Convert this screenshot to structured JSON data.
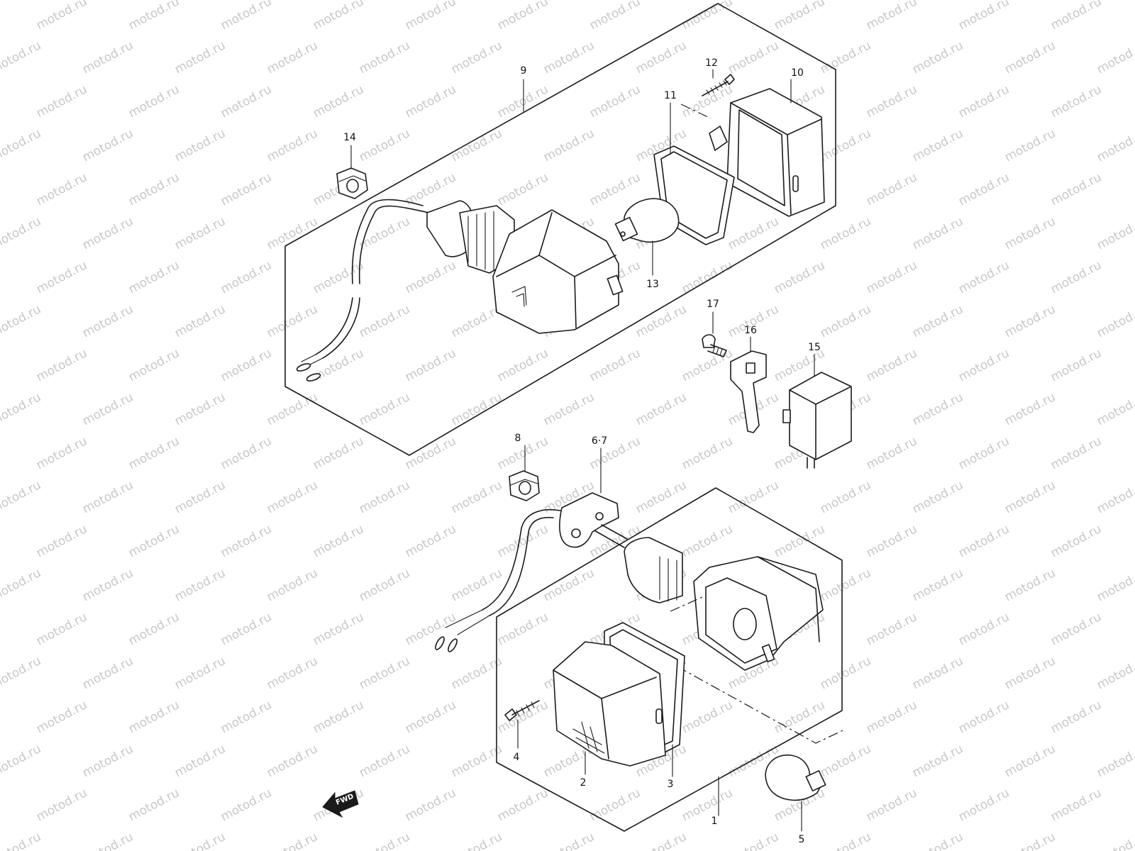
{
  "watermark": {
    "text": "motod.ru",
    "color": "#c8c8c8"
  },
  "orientation_badge": {
    "label": "FWD"
  },
  "callouts": [
    {
      "id": "1",
      "label": "1"
    },
    {
      "id": "2",
      "label": "2"
    },
    {
      "id": "3",
      "label": "3"
    },
    {
      "id": "4",
      "label": "4"
    },
    {
      "id": "5",
      "label": "5"
    },
    {
      "id": "6-7",
      "label": "6·7"
    },
    {
      "id": "8",
      "label": "8"
    },
    {
      "id": "9",
      "label": "9"
    },
    {
      "id": "10",
      "label": "10"
    },
    {
      "id": "11",
      "label": "11"
    },
    {
      "id": "12",
      "label": "12"
    },
    {
      "id": "13",
      "label": "13"
    },
    {
      "id": "14",
      "label": "14"
    },
    {
      "id": "15",
      "label": "15"
    },
    {
      "id": "16",
      "label": "16"
    },
    {
      "id": "17",
      "label": "17"
    }
  ]
}
